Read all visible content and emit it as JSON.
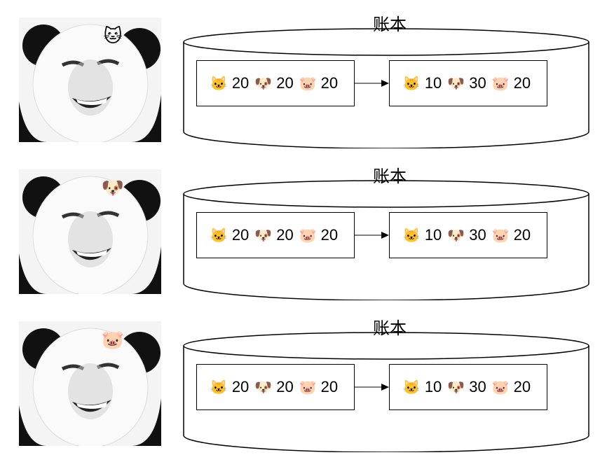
{
  "rows": [
    {
      "avatar": "🐱",
      "ledger_title": "账本",
      "before": [
        {
          "icon": "🐱",
          "value": "20"
        },
        {
          "icon": "🐶",
          "value": "20"
        },
        {
          "icon": "🐷",
          "value": "20"
        }
      ],
      "after": [
        {
          "icon": "🐱",
          "value": "10"
        },
        {
          "icon": "🐶",
          "value": "30"
        },
        {
          "icon": "🐷",
          "value": "20"
        }
      ]
    },
    {
      "avatar": "🐶",
      "ledger_title": "账本",
      "before": [
        {
          "icon": "🐱",
          "value": "20"
        },
        {
          "icon": "🐶",
          "value": "20"
        },
        {
          "icon": "🐷",
          "value": "20"
        }
      ],
      "after": [
        {
          "icon": "🐱",
          "value": "10"
        },
        {
          "icon": "🐶",
          "value": "30"
        },
        {
          "icon": "🐷",
          "value": "20"
        }
      ]
    },
    {
      "avatar": "🐷",
      "ledger_title": "账本",
      "before": [
        {
          "icon": "🐱",
          "value": "20"
        },
        {
          "icon": "🐶",
          "value": "20"
        },
        {
          "icon": "🐷",
          "value": "20"
        }
      ],
      "after": [
        {
          "icon": "🐱",
          "value": "10"
        },
        {
          "icon": "🐶",
          "value": "30"
        },
        {
          "icon": "🐷",
          "value": "20"
        }
      ]
    }
  ]
}
